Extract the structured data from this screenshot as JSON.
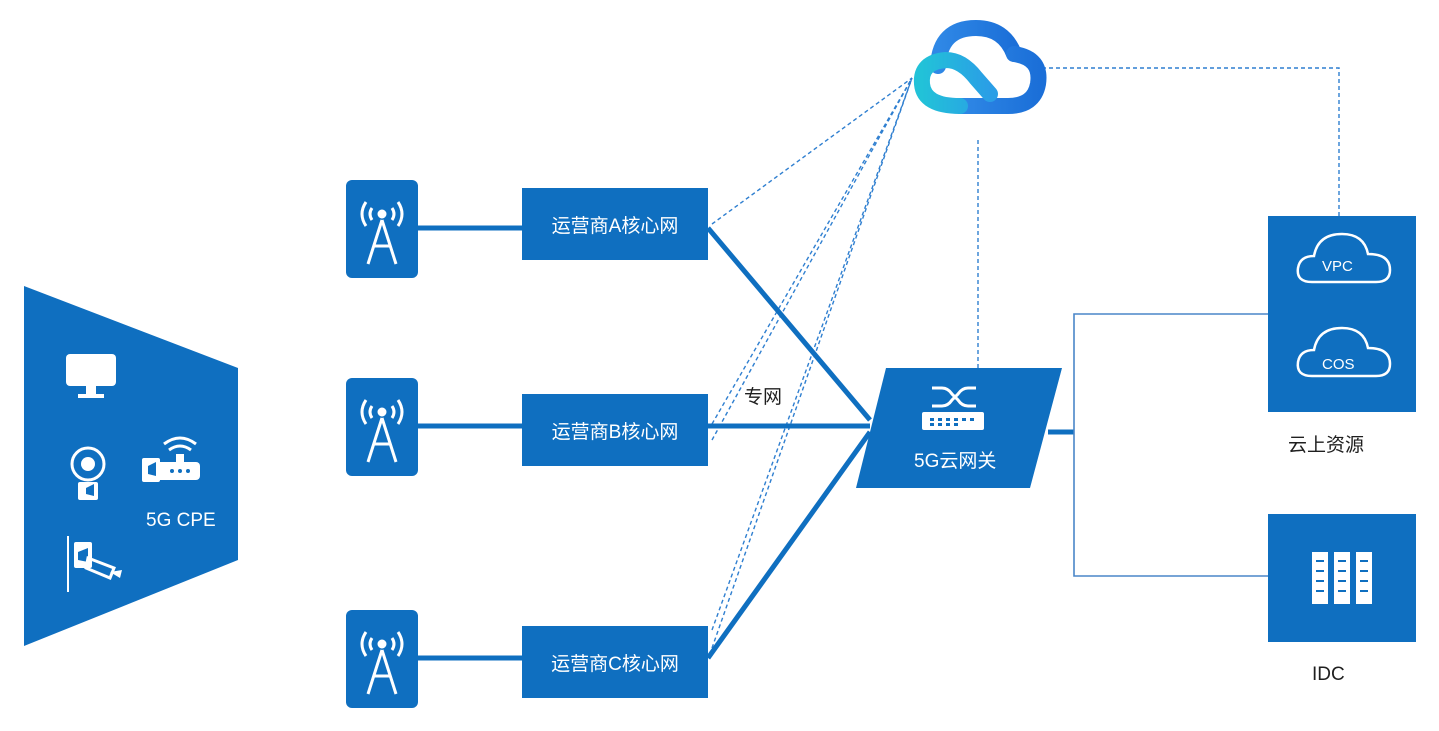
{
  "colors": {
    "primary": "#0f6fc0",
    "line": "#0f6fc0",
    "dashed": "#2f7fd0",
    "cloud_top": "#2f88e6",
    "cloud_bottom": "#22c2d8"
  },
  "devices": {
    "cpe_label": "5G CPE",
    "icons": [
      "monitor-icon",
      "camera-icon",
      "wifi-router-icon",
      "cctv-camera-icon"
    ]
  },
  "operators": [
    {
      "label": "运营商A核心网"
    },
    {
      "label": "运营商B核心网"
    },
    {
      "label": "运营商C核心网"
    }
  ],
  "private_network_label": "专网",
  "gateway": {
    "label": "5G云网关",
    "icon": "switch-gateway-icon"
  },
  "cloud": {
    "icon": "tencent-cloud-logo"
  },
  "cloud_resources": {
    "label": "云上资源",
    "items": [
      {
        "label": "VPC"
      },
      {
        "label": "COS"
      }
    ]
  },
  "idc": {
    "label": "IDC",
    "icon": "server-rack-icon"
  }
}
